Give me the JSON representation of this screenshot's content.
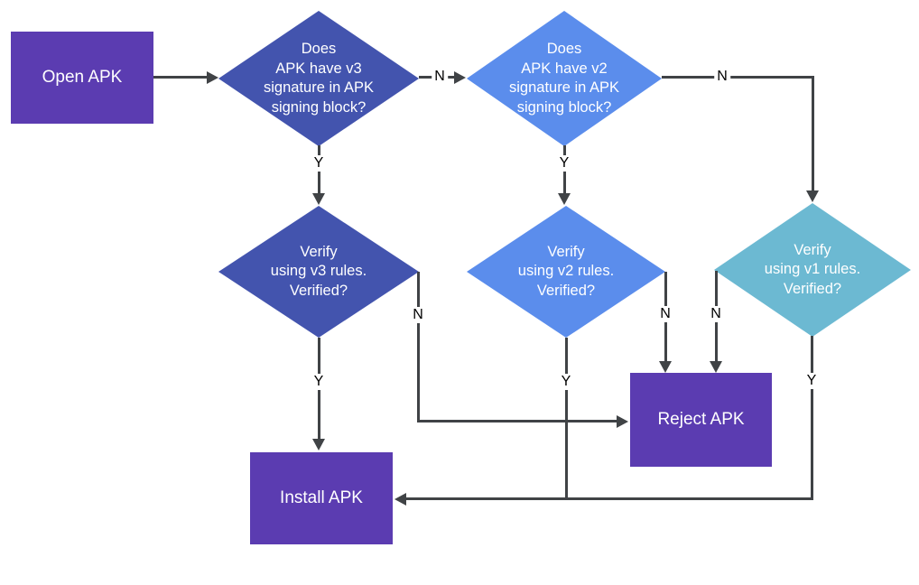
{
  "diagram": {
    "type": "flowchart",
    "background": "#ffffff",
    "colors": {
      "process_box": "#5B3CB1",
      "decision_v3": "#4354AE",
      "decision_v2": "#5B8DEC",
      "decision_v1": "#6CB9D2",
      "connector": "#404346",
      "edge_label_text": "#000000",
      "node_text": "#ffffff"
    },
    "nodes": {
      "open_apk": {
        "label": "Open APK",
        "shape": "rectangle",
        "color": "#5B3CB1"
      },
      "q_v3": {
        "label": "Does\nAPK have v3\nsignature in APK\nsigning block?",
        "shape": "diamond",
        "color": "#4354AE"
      },
      "q_v2": {
        "label": "Does\nAPK have v2\nsignature in APK\nsigning block?",
        "shape": "diamond",
        "color": "#5B8DEC"
      },
      "verify_v3": {
        "label": "Verify\nusing v3 rules.\nVerified?",
        "shape": "diamond",
        "color": "#4354AE"
      },
      "verify_v2": {
        "label": "Verify\nusing v2 rules.\nVerified?",
        "shape": "diamond",
        "color": "#5B8DEC"
      },
      "verify_v1": {
        "label": "Verify\nusing v1 rules.\nVerified?",
        "shape": "diamond",
        "color": "#6CB9D2"
      },
      "reject_apk": {
        "label": "Reject APK",
        "shape": "rectangle",
        "color": "#5B3CB1"
      },
      "install_apk": {
        "label": "Install APK",
        "shape": "rectangle",
        "color": "#5B3CB1"
      }
    },
    "edges": [
      {
        "from": "open_apk",
        "to": "q_v3",
        "label": ""
      },
      {
        "from": "q_v3",
        "to": "q_v2",
        "label": "N"
      },
      {
        "from": "q_v3",
        "to": "verify_v3",
        "label": "Y"
      },
      {
        "from": "q_v2",
        "to": "verify_v1",
        "label": "N"
      },
      {
        "from": "q_v2",
        "to": "verify_v2",
        "label": "Y"
      },
      {
        "from": "verify_v3",
        "to": "install_apk",
        "label": "Y"
      },
      {
        "from": "verify_v3",
        "to": "reject_apk",
        "label": "N"
      },
      {
        "from": "verify_v2",
        "to": "reject_apk",
        "label": "N"
      },
      {
        "from": "verify_v2",
        "to": "install_apk",
        "label": "Y"
      },
      {
        "from": "verify_v1",
        "to": "reject_apk",
        "label": "N"
      },
      {
        "from": "verify_v1",
        "to": "install_apk",
        "label": "Y"
      }
    ]
  }
}
